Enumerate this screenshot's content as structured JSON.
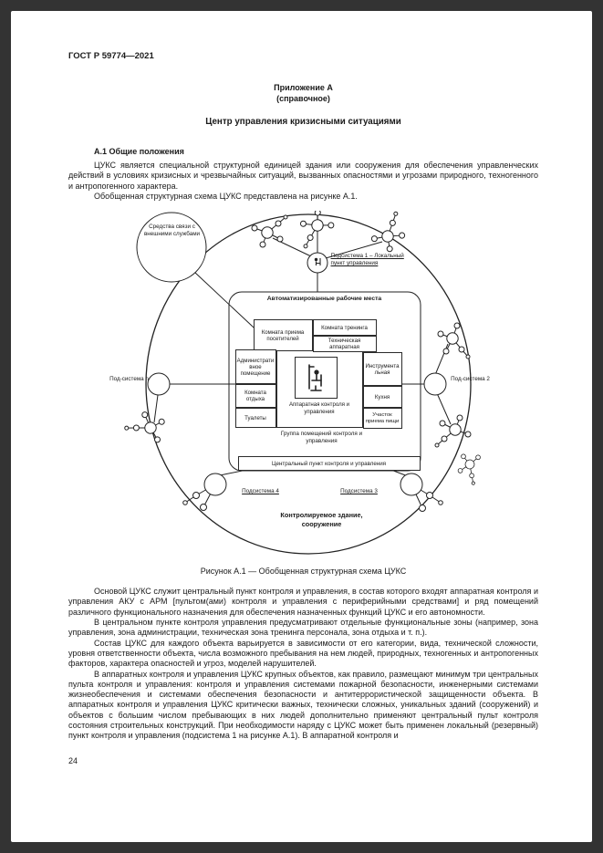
{
  "page": {
    "header": "ГОСТ Р 59774—2021",
    "number": "24"
  },
  "appendix": {
    "label": "Приложение А",
    "kind": "(справочное)",
    "title": "Центр управления кризисными ситуациями"
  },
  "section": {
    "heading": "А.1 Общие положения",
    "paragraphs": [
      "ЦУКС является специальной структурной единицей здания или сооружения для обеспечения управленческих действий в условиях кризисных и чрезвычайных ситуаций, вызванных опасностями и угрозами природного, техногенного и антропогенного характера.",
      "Обобщенная структурная схема ЦУКС представлена на рисунке А.1."
    ]
  },
  "figure": {
    "caption": "Рисунок А.1 — Обобщенная структурная схема ЦУКС",
    "labels": {
      "comms": "Средства связи с внешними службами",
      "subsystem1": "Подсистема 1 – Локальный пункт управления",
      "arm": "Автоматизированные рабочие места",
      "visitors": "Комната приема посетителей",
      "training": "Комната тренинга",
      "tech": "Техническая аппаратная",
      "admin": "Административное помещение",
      "tools": "Инструментальная",
      "rest": "Комната отдыха",
      "wc": "Туалеты",
      "kitchen": "Кухня",
      "food": "Участок приема пищи",
      "control_room": "Аппаратная контроля и управления",
      "control_group": "Группа помещений контроля и управления",
      "central_point": "Центральный пункт контроля и управления",
      "subsystem_n": "Под-система n",
      "subsystem_2": "Под-система 2",
      "subsystem_4": "Подсистема 4",
      "subsystem_3": "Подсистема 3",
      "building": "Контролируемое здание, сооружение"
    }
  },
  "body": {
    "paragraphs": [
      "Основой ЦУКС служит центральный пункт контроля и управления, в состав которого входят аппаратная контроля и управления АКУ с АРМ [пультом(ами) контроля и управления с периферийными средствами] и ряд помещений различного функционального назначения для обеспечения назначенных функций ЦУКС и его автономности.",
      "В центральном пункте контроля управления предусматривают отдельные функциональные зоны (например, зона управления, зона администрации, техническая зона тренинга персонала, зона отдыха и т. п.).",
      "Состав ЦУКС для каждого объекта варьируется в зависимости от его категории, вида, технической сложности, уровня ответственности объекта, числа возможного пребывания на нем людей, природных, техногенных и антропогенных факторов, характера опасностей и угроз, моделей нарушителей.",
      "В аппаратных контроля и управления ЦУКС крупных объектов, как правило, размещают минимум три центральных пульта контроля и управления: контроля и управления системами пожарной безопасности, инженерными системами жизнеобеспечения и системами обеспечения безопасности и антитеррористической защищенности объекта. В аппаратных контроля и управления ЦУКС критически важных, технически сложных, уникальных зданий (сооружений) и объектов с большим числом пребывающих в них людей дополнительно применяют центральный пульт контроля состояния строительных конструкций. При необходимости наряду с ЦУКС может быть применен локальный (резервный) пункт контроля и управления (подсистема 1 на рисунке А.1). В аппаратной контроля и"
    ]
  }
}
